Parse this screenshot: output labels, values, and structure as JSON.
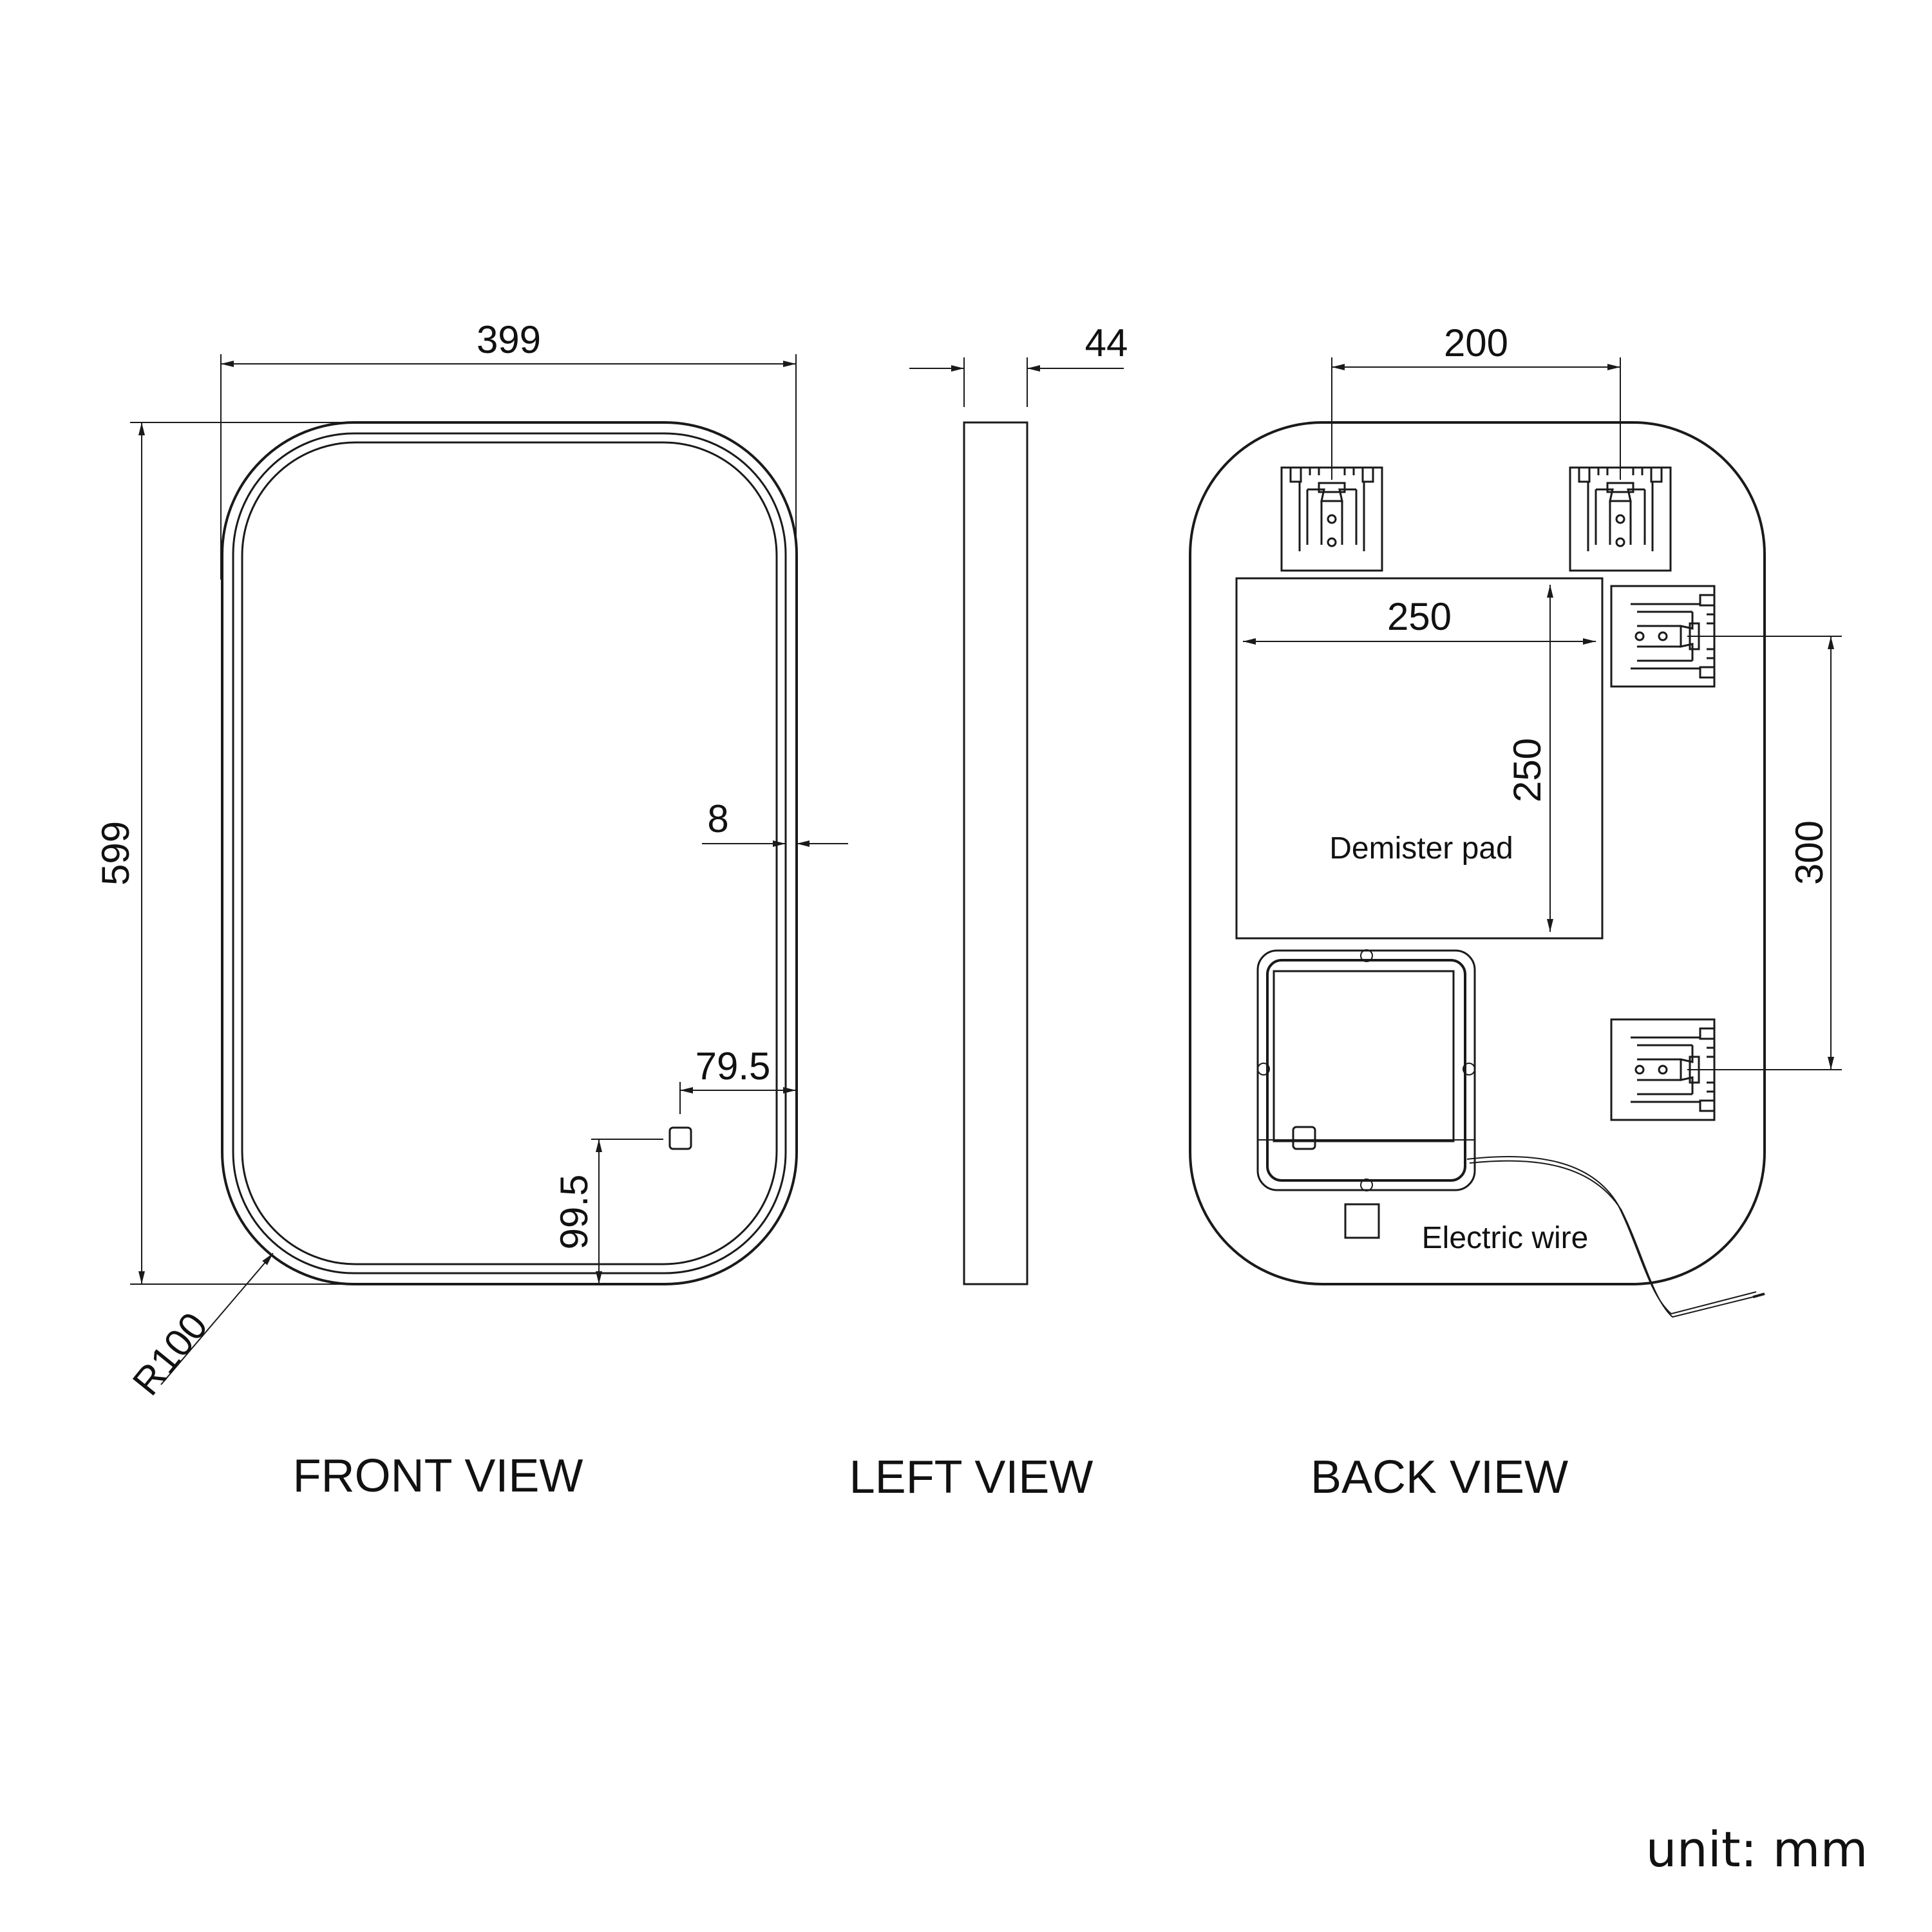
{
  "views": {
    "front": "FRONT VIEW",
    "left": "LEFT VIEW",
    "back": "BACK VIEW"
  },
  "dimensions": {
    "front_width": "399",
    "front_height": "599",
    "radius": "R100",
    "frame_width": "8",
    "switch_right": "79.5",
    "switch_bottom": "99.5",
    "depth": "44",
    "bracket_spacing_h": "200",
    "pad_width": "250",
    "pad_height": "250",
    "bracket_spacing_v": "300"
  },
  "labels": {
    "demister_pad": "Demister pad",
    "electric_wire": "Electric wire"
  },
  "unit": "unit: mm"
}
